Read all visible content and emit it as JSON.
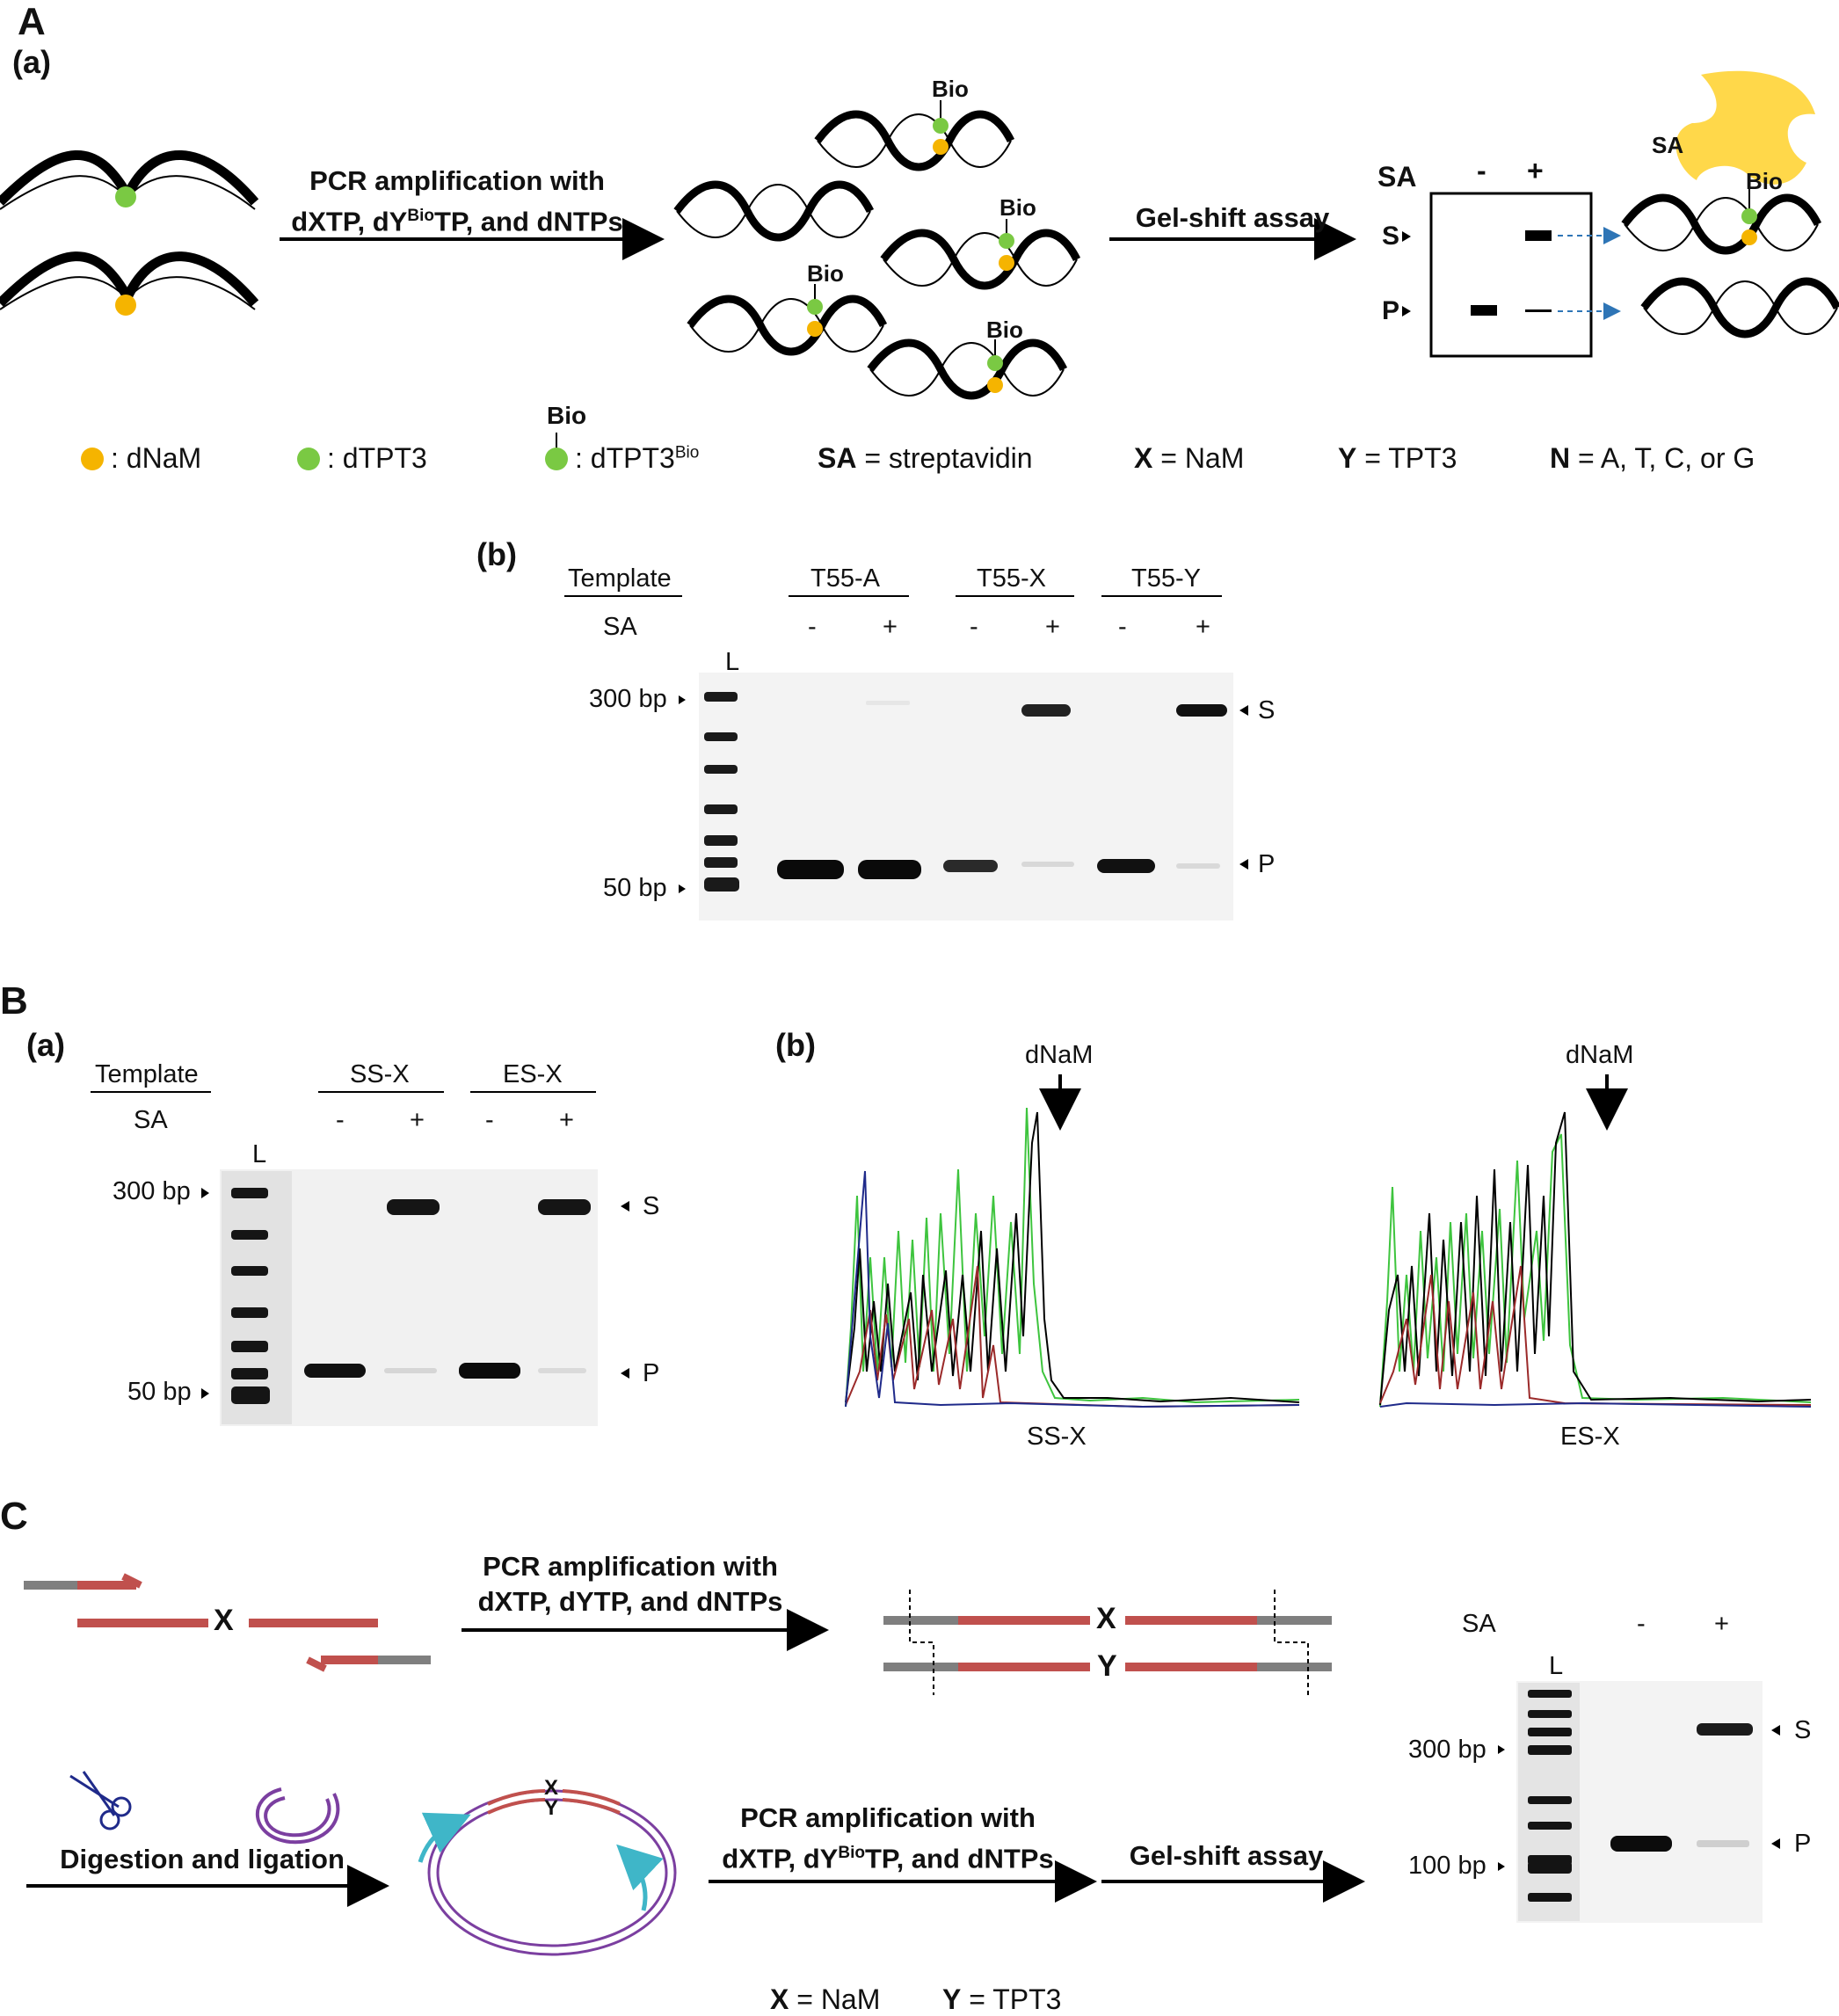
{
  "panels": {
    "A": {
      "letter": "A",
      "a": {
        "letter": "(a)",
        "step1_line1": "PCR amplification with",
        "step1_line2_pre": "dXTP, dY",
        "step1_line2_sup": "Bio",
        "step1_line2_post": "TP, and dNTPs",
        "bio_label": "Bio",
        "step2": "Gel-shift assay",
        "gel_sa": "SA",
        "gel_minus": "-",
        "gel_plus": "+",
        "gel_s": "S",
        "gel_p": "P",
        "sa_label": "SA",
        "legend": {
          "dnam": ": dNaM",
          "dtpt3": ": dTPT3",
          "bio": "Bio",
          "dtpt3bio": ": dTPT3",
          "dtpt3bio_sup": "Bio",
          "sa_key": "SA",
          "sa_val": " = streptavidin",
          "x_key": "X",
          "x_val": " = NaM",
          "y_key": "Y",
          "y_val": " = TPT3",
          "n_key": "N",
          "n_val": " = A, T, C, or G"
        }
      },
      "b": {
        "letter": "(b)",
        "template": "Template",
        "sa": "SA",
        "groups": [
          "T55-A",
          "T55-X",
          "T55-Y"
        ],
        "signs": [
          "-",
          "+",
          "-",
          "+",
          "-",
          "+"
        ],
        "ladder": "L",
        "marker_top": "300 bp",
        "marker_bottom": "50 bp",
        "band_s": "S",
        "band_p": "P"
      }
    },
    "B": {
      "letter": "B",
      "a": {
        "letter": "(a)",
        "template": "Template",
        "sa": "SA",
        "groups": [
          "SS-X",
          "ES-X"
        ],
        "signs": [
          "-",
          "+",
          "-",
          "+"
        ],
        "ladder": "L",
        "marker_top": "300 bp",
        "marker_bottom": "50 bp",
        "band_s": "S",
        "band_p": "P"
      },
      "b": {
        "letter": "(b)",
        "arrow_label": "dNaM",
        "trace1": "SS-X",
        "trace2": "ES-X",
        "colors": {
          "black": "#000000",
          "green": "#3ec43e",
          "red": "#9b2a2a",
          "blue": "#1f2a8a"
        }
      }
    },
    "C": {
      "letter": "C",
      "step1_line1": "PCR amplification with",
      "step1_line2": "dXTP, dYTP, and dNTPs",
      "x": "X",
      "y": "Y",
      "step2": "Digestion and ligation",
      "step3_line1": "PCR amplification with",
      "step3_line2_pre": "dXTP, dY",
      "step3_line2_sup": "Bio",
      "step3_line2_post": "TP, and dNTPs",
      "step4": "Gel-shift assay",
      "gel": {
        "sa": "SA",
        "minus": "-",
        "plus": "+",
        "ladder": "L",
        "marker_top": "300 bp",
        "marker_bottom": "100 bp",
        "band_s": "S",
        "band_p": "P"
      },
      "footer_x_key": "X",
      "footer_x_val": " = NaM",
      "footer_y_key": "Y",
      "footer_y_val": " = TPT3",
      "colors": {
        "red": "#c0504d",
        "gray": "#7f7f7f",
        "teal": "#3fb6c8",
        "purple": "#7b3fa0"
      }
    },
    "colors": {
      "dnam": "#f5b400",
      "dtpt3": "#7ac943",
      "sa": "#ffd84a",
      "blue_arrow": "#2e75b6"
    }
  }
}
